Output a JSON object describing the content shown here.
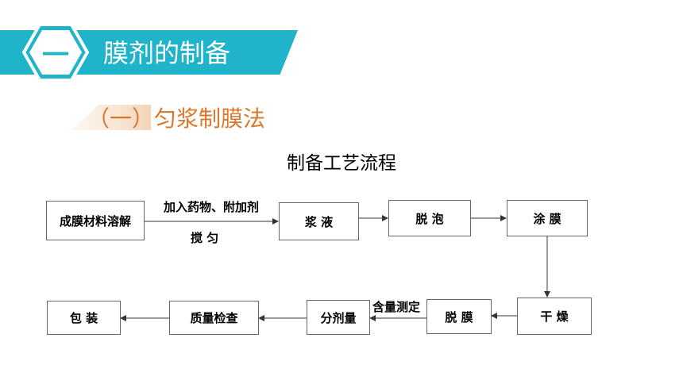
{
  "header": {
    "section_number": "一",
    "section_title": "膜剂的制备",
    "accent_color": "#1fb4c9"
  },
  "subsection": {
    "title": "（一）匀浆制膜法",
    "accent_color": "#d9782a"
  },
  "diagram": {
    "title": "制备工艺流程",
    "nodes": {
      "dissolve": "成膜材料溶解",
      "slurry": "浆  液",
      "defoam": "脱  泡",
      "coat": "涂  膜",
      "dry": "干  燥",
      "demold": "脱  膜",
      "dose": "分剂量",
      "qc": "质量检查",
      "pack": "包  装"
    },
    "edge_labels": {
      "add_drug": "加入药物、附加剂",
      "stir": "搅  匀",
      "content_test": "含量测定"
    }
  }
}
